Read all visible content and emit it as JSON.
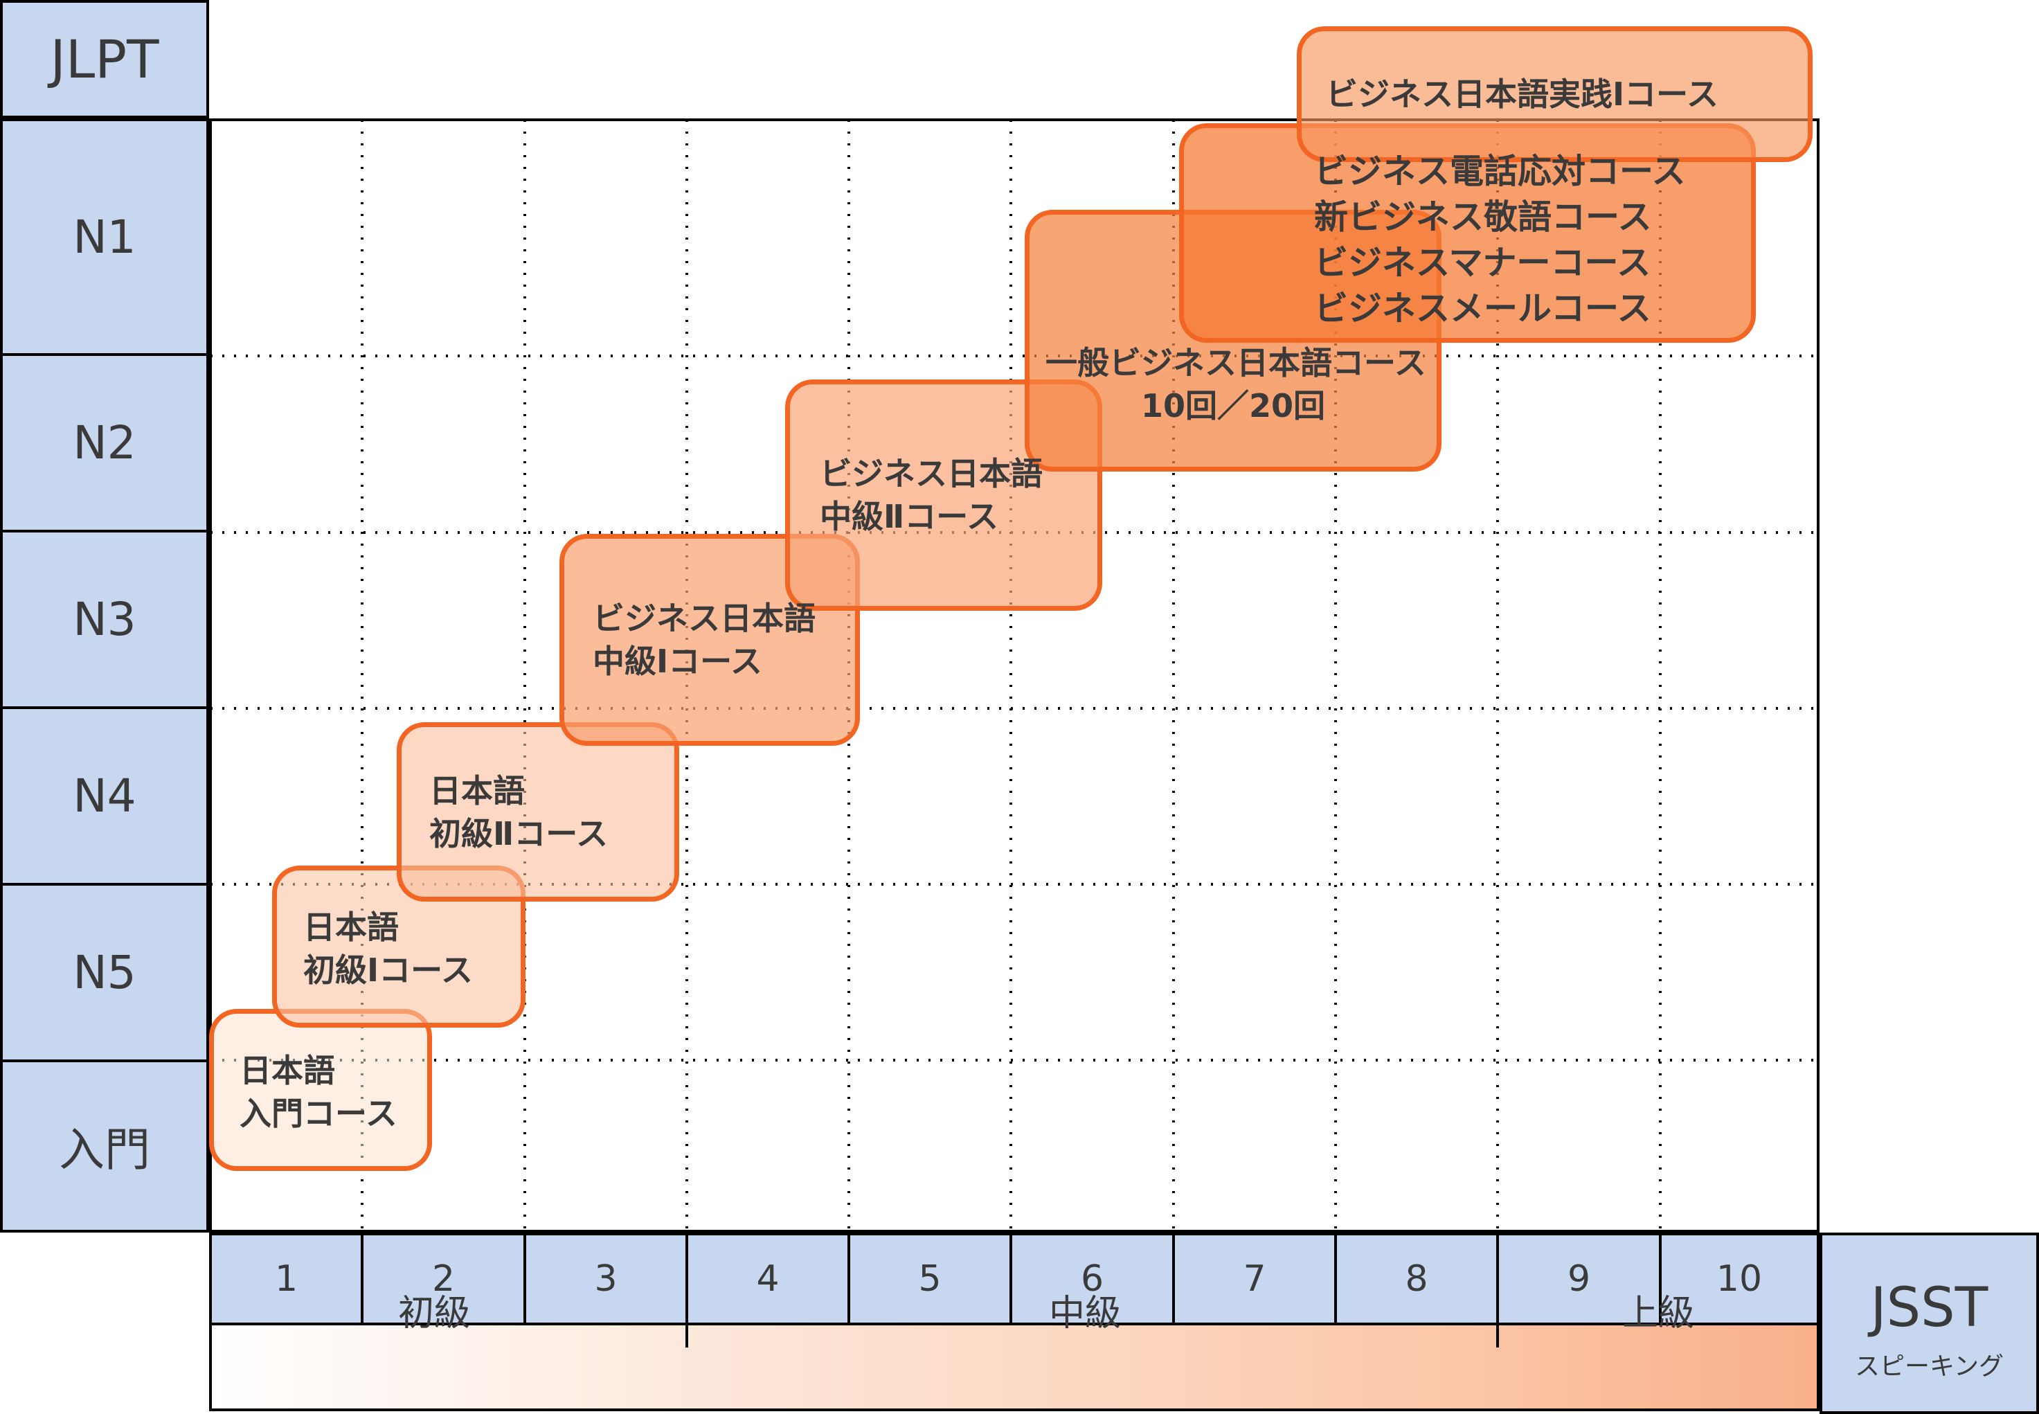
{
  "jlpt": {
    "title": "JLPT",
    "levels": [
      "N1",
      "N2",
      "N3",
      "N4",
      "N5",
      "入門"
    ]
  },
  "jsst": {
    "title": "JSST",
    "subtitle": "スピーキング",
    "scores": [
      "1",
      "2",
      "3",
      "4",
      "5",
      "6",
      "7",
      "8",
      "9",
      "10"
    ]
  },
  "bands": [
    "初級",
    "中級",
    "上級"
  ],
  "colors": {
    "axis_cell": "#c6d7ef",
    "course_border": "#f26522",
    "course_fill_light": "#fdeee6",
    "course_fill_dark": "#f8955a"
  },
  "courses": [
    {
      "name": "intro",
      "lines": [
        "日本語",
        "入門コース"
      ]
    },
    {
      "name": "beginner-1",
      "lines": [
        "日本語",
        "初級Ⅰコース"
      ]
    },
    {
      "name": "beginner-2",
      "lines": [
        "日本語",
        "初級Ⅱコース"
      ]
    },
    {
      "name": "business-intermediate-1",
      "lines": [
        "ビジネス日本語",
        "中級Ⅰコース"
      ]
    },
    {
      "name": "business-intermediate-2",
      "lines": [
        "ビジネス日本語",
        "中級Ⅱコース"
      ]
    },
    {
      "name": "general-business",
      "lines": [
        "一般ビジネス日本語コース",
        "10回／20回"
      ]
    },
    {
      "name": "business-specialty",
      "lines": [
        "ビジネス電話応対コース",
        "新ビジネス敬語コース",
        "ビジネスマナーコース",
        "ビジネスメールコース"
      ]
    },
    {
      "name": "business-practice-1",
      "lines": [
        "ビジネス日本語実践Ⅰコース"
      ]
    }
  ]
}
